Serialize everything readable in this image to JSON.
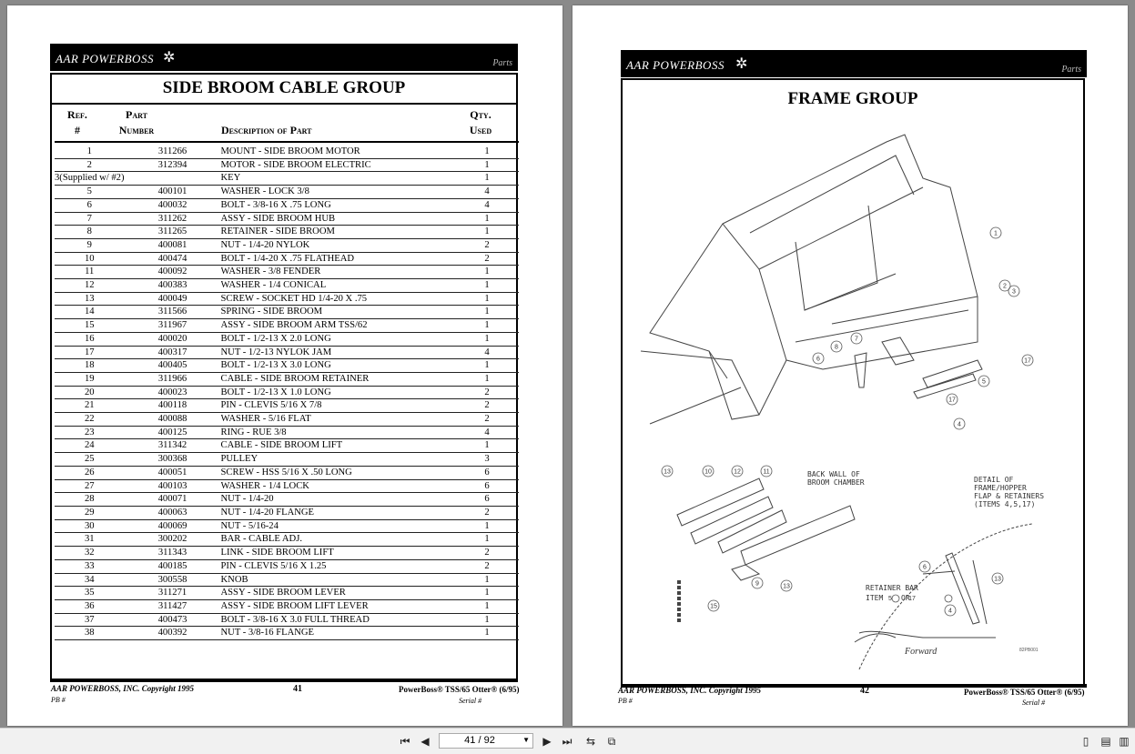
{
  "left_page": {
    "brand": "AAR POWERBOSS",
    "parts_label": "Parts",
    "title": "SIDE BROOM CABLE GROUP",
    "headers": {
      "ref1": "Ref.",
      "ref2": "#",
      "part1": "Part",
      "part2": "Number",
      "desc": "Description of Part",
      "qty1": "Qty.",
      "qty2": "Used"
    },
    "rows": [
      {
        "ref": "1",
        "part": "311266",
        "desc": "MOUNT - SIDE BROOM MOTOR",
        "qty": "1"
      },
      {
        "ref": "2",
        "part": "312394",
        "desc": "MOTOR - SIDE BROOM ELECTRIC",
        "qty": "1"
      },
      {
        "ref": "3(Supplied w/ #2)",
        "part": "",
        "desc": "KEY",
        "qty": "1"
      },
      {
        "ref": "5",
        "part": "400101",
        "desc": "WASHER - LOCK 3/8",
        "qty": "4"
      },
      {
        "ref": "6",
        "part": "400032",
        "desc": "BOLT - 3/8-16 X .75 LONG",
        "qty": "4"
      },
      {
        "ref": "7",
        "part": "311262",
        "desc": "ASSY - SIDE BROOM HUB",
        "qty": "1"
      },
      {
        "ref": "8",
        "part": "311265",
        "desc": "RETAINER - SIDE BROOM",
        "qty": "1"
      },
      {
        "ref": "9",
        "part": "400081",
        "desc": "NUT - 1/4-20 NYLOK",
        "qty": "2"
      },
      {
        "ref": "10",
        "part": "400474",
        "desc": "BOLT - 1/4-20 X .75 FLATHEAD",
        "qty": "2"
      },
      {
        "ref": "11",
        "part": "400092",
        "desc": "WASHER - 3/8 FENDER",
        "qty": "1"
      },
      {
        "ref": "12",
        "part": "400383",
        "desc": "WASHER - 1/4 CONICAL",
        "qty": "1"
      },
      {
        "ref": "13",
        "part": "400049",
        "desc": "SCREW - SOCKET HD 1/4-20 X .75",
        "qty": "1"
      },
      {
        "ref": "14",
        "part": "311566",
        "desc": "SPRING - SIDE BROOM",
        "qty": "1"
      },
      {
        "ref": "15",
        "part": "311967",
        "desc": "ASSY - SIDE BROOM ARM TSS/62",
        "qty": "1"
      },
      {
        "ref": "16",
        "part": "400020",
        "desc": "BOLT - 1/2-13 X 2.0 LONG",
        "qty": "1"
      },
      {
        "ref": "17",
        "part": "400317",
        "desc": "NUT - 1/2-13 NYLOK JAM",
        "qty": "4"
      },
      {
        "ref": "18",
        "part": "400405",
        "desc": "BOLT - 1/2-13 X 3.0 LONG",
        "qty": "1"
      },
      {
        "ref": "19",
        "part": "311966",
        "desc": "CABLE - SIDE BROOM RETAINER",
        "qty": "1"
      },
      {
        "ref": "20",
        "part": "400023",
        "desc": "BOLT - 1/2-13 X 1.0 LONG",
        "qty": "2"
      },
      {
        "ref": "21",
        "part": "400118",
        "desc": "PIN - CLEVIS 5/16 X 7/8",
        "qty": "2"
      },
      {
        "ref": "22",
        "part": "400088",
        "desc": "WASHER - 5/16 FLAT",
        "qty": "2"
      },
      {
        "ref": "23",
        "part": "400125",
        "desc": "RING - RUE 3/8",
        "qty": "4"
      },
      {
        "ref": "24",
        "part": "311342",
        "desc": "CABLE - SIDE BROOM LIFT",
        "qty": "1"
      },
      {
        "ref": "25",
        "part": "300368",
        "desc": "PULLEY",
        "qty": "3"
      },
      {
        "ref": "26",
        "part": "400051",
        "desc": "SCREW - HSS 5/16 X .50 LONG",
        "qty": "6"
      },
      {
        "ref": "27",
        "part": "400103",
        "desc": "WASHER - 1/4 LOCK",
        "qty": "6"
      },
      {
        "ref": "28",
        "part": "400071",
        "desc": "NUT - 1/4-20",
        "qty": "6"
      },
      {
        "ref": "29",
        "part": "400063",
        "desc": "NUT - 1/4-20 FLANGE",
        "qty": "2"
      },
      {
        "ref": "30",
        "part": "400069",
        "desc": "NUT - 5/16-24",
        "qty": "1"
      },
      {
        "ref": "31",
        "part": "300202",
        "desc": "BAR - CABLE ADJ.",
        "qty": "1"
      },
      {
        "ref": "32",
        "part": "311343",
        "desc": "LINK - SIDE BROOM LIFT",
        "qty": "2"
      },
      {
        "ref": "33",
        "part": "400185",
        "desc": "PIN - CLEVIS 5/16 X 1.25",
        "qty": "2"
      },
      {
        "ref": "34",
        "part": "300558",
        "desc": "KNOB",
        "qty": "1"
      },
      {
        "ref": "35",
        "part": "311271",
        "desc": "ASSY - SIDE BROOM LEVER",
        "qty": "1"
      },
      {
        "ref": "36",
        "part": "311427",
        "desc": "ASSY - SIDE BROOM LIFT LEVER",
        "qty": "1"
      },
      {
        "ref": "37",
        "part": "400473",
        "desc": "BOLT - 3/8-16 X 3.0 FULL THREAD",
        "qty": "1"
      },
      {
        "ref": "38",
        "part": "400392",
        "desc": "NUT - 3/8-16 FLANGE",
        "qty": "1"
      }
    ],
    "footer": {
      "copyright": "AAR POWERBOSS, INC. Copyright 1995",
      "pb": "PB #",
      "page_num": "41",
      "model": "PowerBoss® TSS/65 Otter® (6/95)",
      "serial": "Serial #"
    }
  },
  "right_page": {
    "brand": "AAR POWERBOSS",
    "parts_label": "Parts",
    "title": "FRAME GROUP",
    "labels": {
      "back_wall1": "BACK WALL OF",
      "back_wall2": "BROOM CHAMBER",
      "detail1": "DETAIL OF",
      "detail2": "FRAME/HOPPER",
      "detail3": "FLAP & RETAINERS",
      "detail4": "(ITEMS 4,5,17)",
      "retainer1": "RETAINER BAR",
      "retainer2a": "ITEM",
      "retainer2b": "OR",
      "forward": "Forward",
      "drawing_no": "82PB001"
    },
    "callouts": [
      "1",
      "2",
      "3",
      "4",
      "5",
      "6",
      "7",
      "8",
      "9",
      "10",
      "11",
      "12",
      "13",
      "15",
      "17"
    ],
    "footer": {
      "copyright": "AAR POWERBOSS, INC. Copyright 1995",
      "pb": "PB #",
      "page_num": "42",
      "model": "PowerBoss® TSS/65 Otter® (6/95)",
      "serial": "Serial #"
    }
  },
  "toolbar": {
    "page_display": "41 / 92",
    "icons": [
      "first-page-icon",
      "previous-page-icon",
      "next-page-icon",
      "last-page-icon",
      "go-back-icon",
      "go-forward-icon",
      "single-page-view-icon",
      "continuous-view-icon",
      "two-page-view-icon"
    ]
  }
}
